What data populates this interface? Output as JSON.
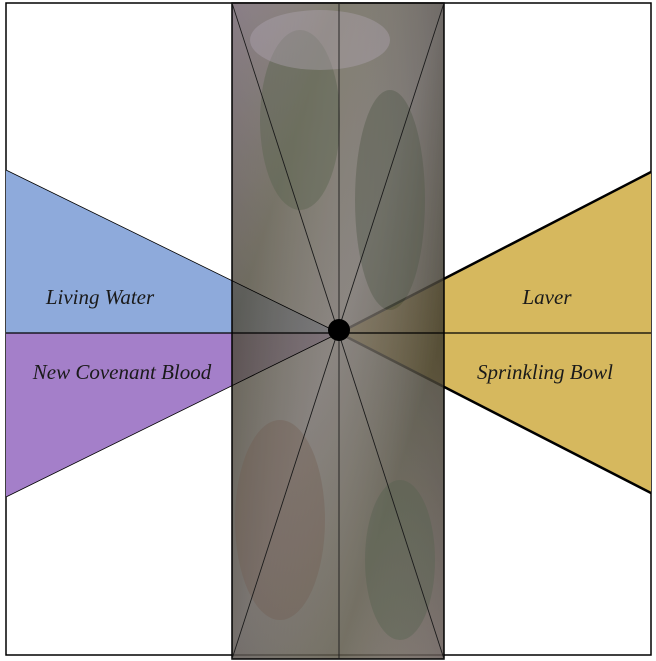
{
  "labels": {
    "top_left": "Living Water",
    "bottom_left": "New Covenant Blood",
    "top_right": "Laver",
    "bottom_right": "Sprinkling Bowl"
  },
  "colors": {
    "living_water": "#8eaadb",
    "new_covenant_blood": "#a47fc9",
    "laver_and_bowl": "#d6b85e",
    "outline": "#000000",
    "center_dot": "#000000"
  }
}
